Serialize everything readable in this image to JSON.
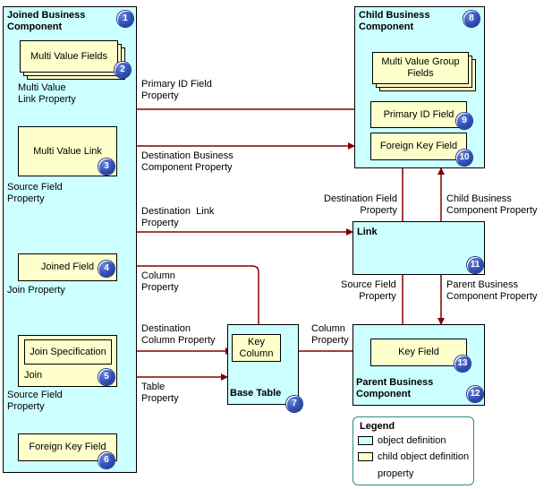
{
  "objects": {
    "joined_bc": "Joined Business\nComponent",
    "child_bc": "Child Business\nComponent",
    "link": "Link",
    "base_table": "Base Table",
    "parent_bc": "Parent Business\nComponent"
  },
  "children": {
    "multi_value_fields": "Multi Value Fields",
    "multi_value_link": "Multi Value Link",
    "joined_field": "Joined Field",
    "join_specification": "Join Specification",
    "join": "Join",
    "foreign_key_field_left": "Foreign Key Field",
    "multi_value_group_fields": "Multi Value Group\nFields",
    "primary_id_field": "Primary ID Field",
    "foreign_key_field_right": "Foreign Key Field",
    "key_column": "Key\nColumn",
    "key_field": "Key Field"
  },
  "badges": [
    "1",
    "2",
    "3",
    "4",
    "5",
    "6",
    "7",
    "8",
    "9",
    "10",
    "11",
    "12",
    "13"
  ],
  "labels": {
    "multi_value_link_property": "Multi Value\nLink Property",
    "primary_id_field_property": "Primary ID Field\nProperty",
    "destination_bc_property": "Destination Business\nComponent Property",
    "source_field_property_1": "Source Field\nProperty",
    "destination_link_property": "Destination  Link\nProperty",
    "destination_field_property": "Destination Field\nProperty",
    "child_bc_property": "Child Business\nComponent Property",
    "column_property_1": "Column\nProperty",
    "join_property": "Join Property",
    "source_field_property_2": "Source Field\nProperty",
    "parent_bc_property": "Parent Business\nComponent Property",
    "destination_column_property": "Destination\nColumn Property",
    "column_property_2": "Column\nProperty",
    "table_property": "Table\nProperty",
    "source_field_property_3": "Source Field\nProperty"
  },
  "legend": {
    "title": "Legend",
    "object_definition": "object definition",
    "child_object_definition": "child object definition",
    "property": "property"
  },
  "colors": {
    "object_fill": "#ccffff",
    "child_fill": "#ffffcc",
    "arrow": "#800000",
    "badge": "#2f4fb5",
    "legend_border": "#2e8b8b"
  }
}
